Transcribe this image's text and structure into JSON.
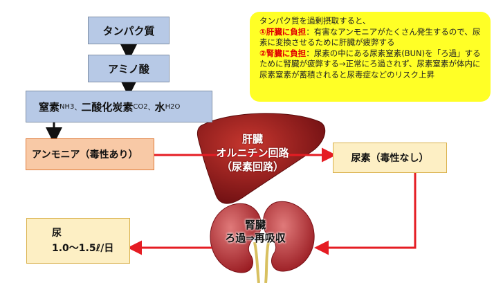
{
  "steps": {
    "protein": "タンパク質",
    "amino_acid": "アミノ酸",
    "nitrogen": {
      "nitrogen_label": "窒素",
      "nh3": "NH3",
      "sep1": "、",
      "co2_label": "二酸化炭素",
      "co2": "CO2",
      "sep2": "、",
      "water_label": "水",
      "h2o": "H2O"
    },
    "ammonia": "アンモニア（毒性あり）",
    "urea": "尿素（毒性なし）",
    "urine": {
      "label": "尿",
      "amount": "1.0〜1.5ℓ/日"
    }
  },
  "liver": {
    "line1": "肝臓",
    "line2": "オルニチン回路",
    "line3": "（尿素回路）"
  },
  "kidney": {
    "line1": "腎臓",
    "line2": "ろ過⇒再吸収"
  },
  "note": {
    "intro": "タンパク質を過剰摂取すると、",
    "point1_title": "①肝臓に負担",
    "point1_text": "：有害なアンモニアがたくさん発生するので、尿素に変換させるために肝臓が疲弊する",
    "point2_title": "②腎臓に負担",
    "point2_text": "：尿素の中にある尿素窒素(BUN)を「ろ過」するために腎臓が疲弊する→正常にろ過されず、尿素窒素が体内に尿素窒素が蓄積されると尿毒症などのリスク上昇"
  },
  "colors": {
    "arrow_red": "#e51c23",
    "arrow_black": "#111111",
    "note_bg": "#ffff26",
    "liver": "#9b1b1b",
    "kidney": "#b5202a"
  }
}
